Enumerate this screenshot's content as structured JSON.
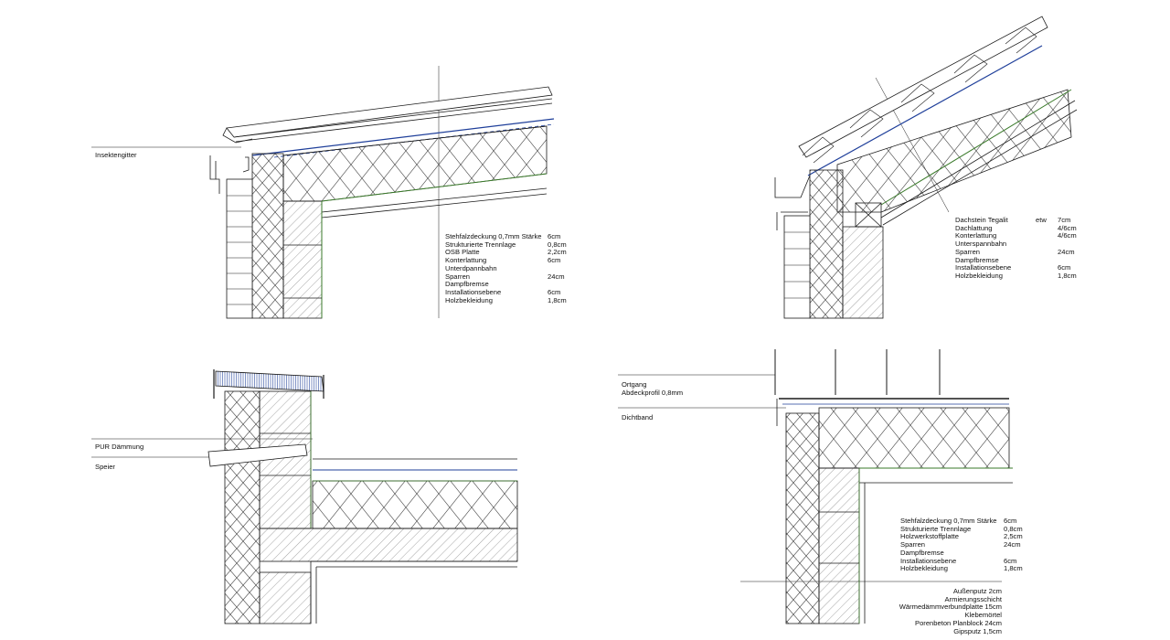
{
  "labels": {
    "insektengitter": "Insektengitter",
    "pur_daemmung": "PUR Dämmung",
    "speier": "Speier",
    "ortgang": "Ortgang",
    "abdeckprofil": "Abdeckprofil 0,8mm",
    "dichtband": "Dichtband"
  },
  "legend_top_left": [
    {
      "name": "Stehfalzdeckung 0,7mm Stärke",
      "value": "6cm"
    },
    {
      "name": "Strukturierte Trennlage",
      "value": "0,8cm"
    },
    {
      "name": "OSB Platte",
      "value": "2,2cm"
    },
    {
      "name": "Konterlattung",
      "value": "6cm"
    },
    {
      "name": "Unterdpannbahn",
      "value": ""
    },
    {
      "name": "Sparren",
      "value": "24cm"
    },
    {
      "name": "Dampfbremse",
      "value": ""
    },
    {
      "name": "Installationsebene",
      "value": "6cm"
    },
    {
      "name": "Holzbekleidung",
      "value": "1,8cm"
    }
  ],
  "legend_top_right": [
    {
      "name": "Dachstein Tegalit",
      "qualifier": "etw",
      "value": "7cm"
    },
    {
      "name": "Dachlattung",
      "qualifier": "",
      "value": "4/6cm"
    },
    {
      "name": "Konterlattung",
      "qualifier": "",
      "value": "4/6cm"
    },
    {
      "name": "Unterspannbahn",
      "qualifier": "",
      "value": ""
    },
    {
      "name": "Sparren",
      "qualifier": "",
      "value": "24cm"
    },
    {
      "name": "Dampfbremse",
      "qualifier": "",
      "value": ""
    },
    {
      "name": "Installationsebene",
      "qualifier": "",
      "value": "6cm"
    },
    {
      "name": "Holzbekleidung",
      "qualifier": "",
      "value": "1,8cm"
    }
  ],
  "legend_bottom_right": [
    {
      "name": "Stehfalzdeckung 0,7mm Stärke",
      "value": "6cm"
    },
    {
      "name": "Strukturierte Trennlage",
      "value": "0,8cm"
    },
    {
      "name": "Holzwerkstoffplatte",
      "value": "2,5cm"
    },
    {
      "name": "Sparren",
      "value": "24cm"
    },
    {
      "name": "Dampfbremse",
      "value": ""
    },
    {
      "name": "Installationsebene",
      "value": "6cm"
    },
    {
      "name": "Holzbekleidung",
      "value": "1,8cm"
    }
  ],
  "legend_wall": [
    "Außenputz 2cm",
    "Armierungsschicht",
    "Wärmedämmverbundplatte 15cm",
    "Klebemörtel",
    "Porenbeton Planblock 24cm",
    "Gipsputz 1,5cm"
  ],
  "colors": {
    "line": "#1a1a1a",
    "vapor_barrier": "#3a7a2a",
    "underlay": "#1f3f9a",
    "hatch": "#555555"
  }
}
